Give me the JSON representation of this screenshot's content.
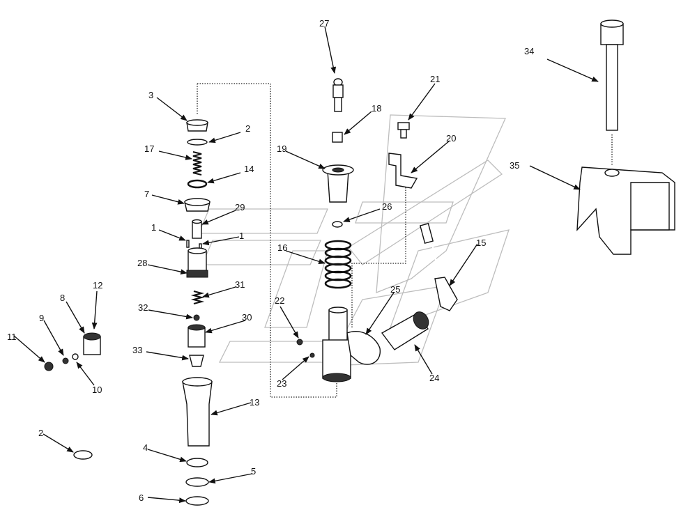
{
  "labels": {
    "l1": "1",
    "l1b": "1",
    "l2": "2",
    "l2b": "2",
    "l3": "3",
    "l4": "4",
    "l5": "5",
    "l6": "6",
    "l7": "7",
    "l8": "8",
    "l9": "9",
    "l10": "10",
    "l11": "11",
    "l12": "12",
    "l13": "13",
    "l14": "14",
    "l15": "15",
    "l16": "16",
    "l17": "17",
    "l18": "18",
    "l19": "19",
    "l20": "20",
    "l21": "21",
    "l22": "22",
    "l23": "23",
    "l24": "24",
    "l25": "25",
    "l26": "26",
    "l27": "27",
    "l28": "28",
    "l29": "29",
    "l30": "30",
    "l31": "31",
    "l32": "32",
    "l33": "33",
    "l34": "34",
    "l35": "35"
  }
}
